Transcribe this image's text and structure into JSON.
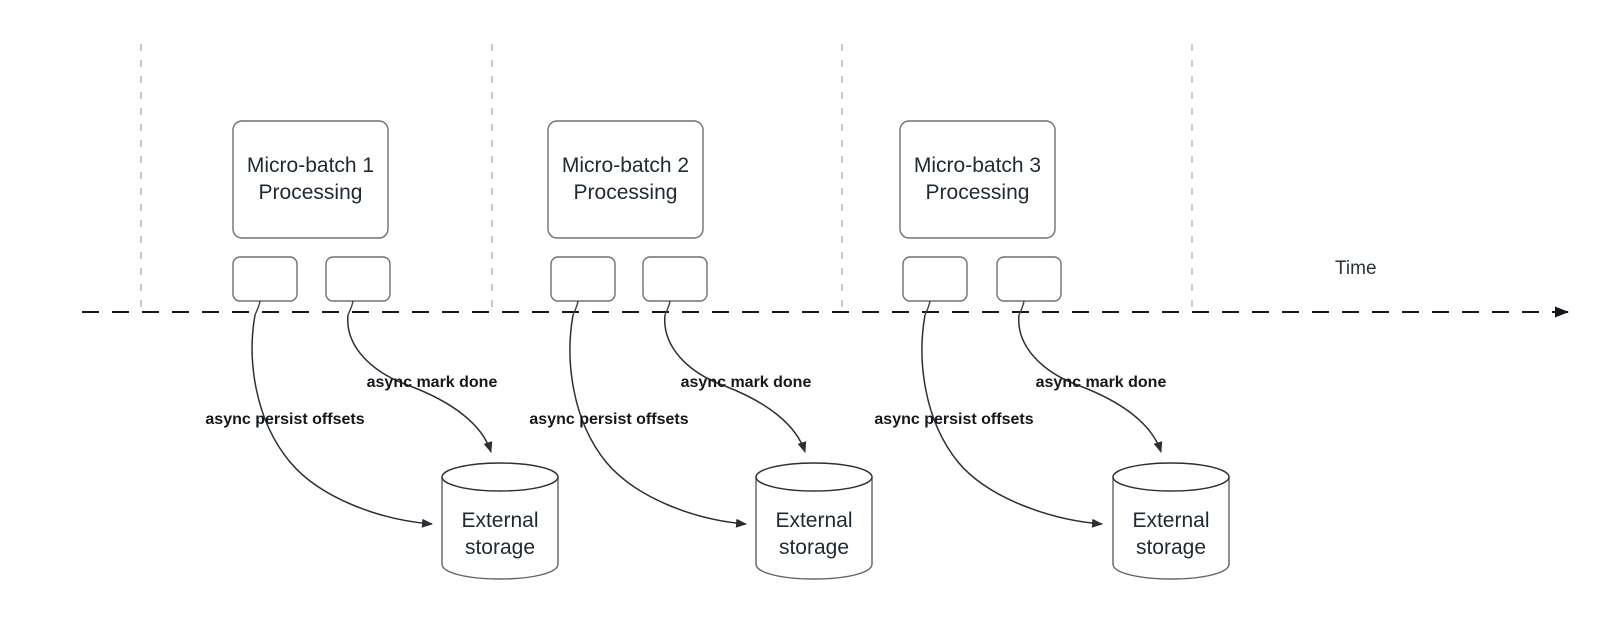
{
  "diagram": {
    "title_hidden": "",
    "timeline": {
      "axis_label": "Time",
      "arrow_direction": "right"
    },
    "colors": {
      "background": "#ffffff",
      "box_stroke": "#6b7178",
      "text": "#1f2933",
      "edge_label": "#14181d",
      "timeline_stroke": "#14181d",
      "vertical_guide": "#b8bcc2"
    },
    "groups": [
      {
        "id": "micro-batch-1",
        "process_box": {
          "line1": "Micro-batch 1",
          "line2": "Processing"
        },
        "task_boxes": [
          {
            "id": "task-1a",
            "label": ""
          },
          {
            "id": "task-1b",
            "label": ""
          }
        ],
        "edges": [
          {
            "id": "persist-offsets-1",
            "label": "async persist offsets"
          },
          {
            "id": "mark-done-1",
            "label": "async mark done"
          }
        ],
        "storage": {
          "line1": "External",
          "line2": "storage"
        }
      },
      {
        "id": "micro-batch-2",
        "process_box": {
          "line1": "Micro-batch 2",
          "line2": "Processing"
        },
        "task_boxes": [
          {
            "id": "task-2a",
            "label": ""
          },
          {
            "id": "task-2b",
            "label": ""
          }
        ],
        "edges": [
          {
            "id": "persist-offsets-2",
            "label": "async persist offsets"
          },
          {
            "id": "mark-done-2",
            "label": "async mark done"
          }
        ],
        "storage": {
          "line1": "External",
          "line2": "storage"
        }
      },
      {
        "id": "micro-batch-3",
        "process_box": {
          "line1": "Micro-batch 3",
          "line2": "Processing"
        },
        "task_boxes": [
          {
            "id": "task-3a",
            "label": ""
          },
          {
            "id": "task-3b",
            "label": ""
          }
        ],
        "edges": [
          {
            "id": "persist-offsets-3",
            "label": "async persist offsets"
          },
          {
            "id": "mark-done-3",
            "label": "async mark done"
          }
        ],
        "storage": {
          "line1": "External",
          "line2": "storage"
        }
      }
    ]
  }
}
